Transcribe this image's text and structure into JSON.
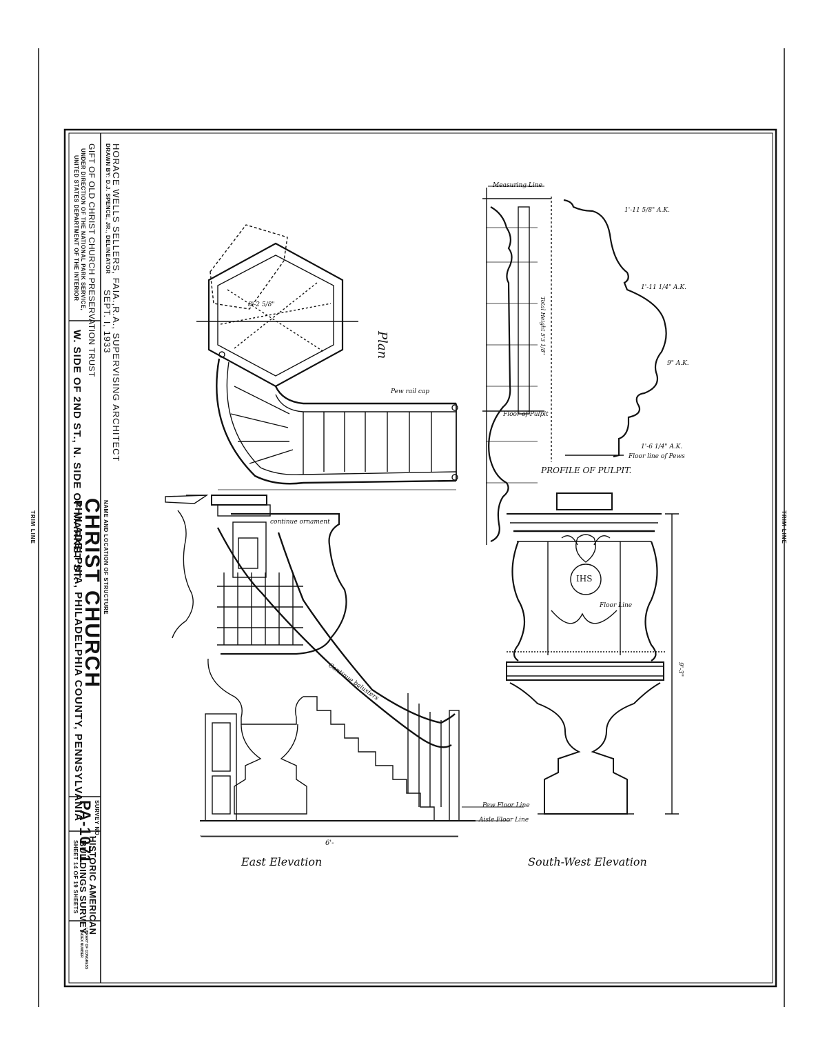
{
  "trim_line_label": "TRIM LINE",
  "title_block": {
    "supervising_architect": "HORACE WELLS SELLERS, FAIA.,R.A., SUPERVISING ARCHITECT",
    "drawn_by": "DRAWN BY: D.J. SPENCE, JR., DELINEATOR",
    "date": "SEPT. I, 1933",
    "gift": "GIFT OF OLD CHRIST CHURCH PRESERVATION TRUST",
    "direction_line1": "UNDER DIRECTION OF THE NATIONAL PARK SERVICE,",
    "direction_line2": "UNITED STATES DEPARTMENT OF THE INTERIOR",
    "name_location_label": "NAME AND LOCATION OF STRUCTURE",
    "structure_name": "CHRIST CHURCH",
    "city_line": "PHILADELPHIA,    PHILADELPHIA COUNTY,    PENNSYLVANIA",
    "address_line": "W. SIDE OF 2ND ST., N. SIDE OF MARKET ST.",
    "survey_no_label": "SURVEY NO.",
    "survey_no": "PA-1071",
    "habs_line1": "HISTORIC AMERICAN",
    "habs_line2": "BUILDINGS SURVEY",
    "sheet_line": "SHEET 14 OF 19 SHEETS",
    "library_stamp_line1": "LIBRARY OF CONGRESS",
    "library_stamp_line2": "INDEX NUMBER"
  },
  "drawing_labels": {
    "plan": "Plan",
    "pew_rail_cap": "Pew rail cap",
    "measuring_line": "Measuring Line",
    "profile_of_pulpit": "PROFILE OF PULPIT.",
    "floor_of_pulpit": "Floor of Pulpit",
    "floor_line_of_pews": "Floor line of Pews",
    "total_height": "Total Height 5'3 1/8\"",
    "continue_ornament": "continue ornament",
    "continue_balusters": "Continue balusters",
    "floor_line": "Floor Line",
    "pew_floor_line": "Pew Floor Line",
    "aisle_floor_line": "Aisle Floor Line",
    "ihs": "IHS",
    "east_elevation": "East Elevation",
    "south_west_elevation": "South-West Elevation",
    "dim_width": "6'-",
    "dim_height": "9'-3\"",
    "dim_plan_1": "8'-2 5/8\"",
    "dim_profile_1": "1'-11 5/8\" A.K.",
    "dim_profile_2": "1'-11 1/4\" A.K.",
    "dim_profile_3": "9\" A.K.",
    "dim_profile_4": "1'-6 1/4\" A.K."
  }
}
